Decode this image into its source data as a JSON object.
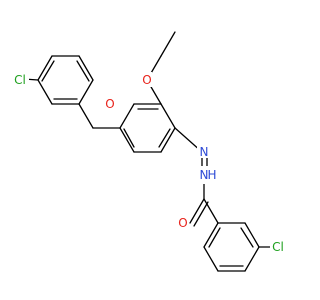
{
  "diagram": {
    "type": "chemical-structure",
    "background": "#ffffff",
    "bond_color": "#000000",
    "element_colors": {
      "Cl": "#1fa01f",
      "O": "#e8231c",
      "N": "#2e4bd6"
    },
    "atom_labels": {
      "cl_left": "Cl",
      "cl_right": "Cl",
      "o_benzyl_ether": "O",
      "o_ethoxy": "O",
      "o_carbonyl": "O",
      "n_imine": "N",
      "nh_hydrazide_n": "N",
      "nh_hydrazide_h": "H"
    }
  }
}
